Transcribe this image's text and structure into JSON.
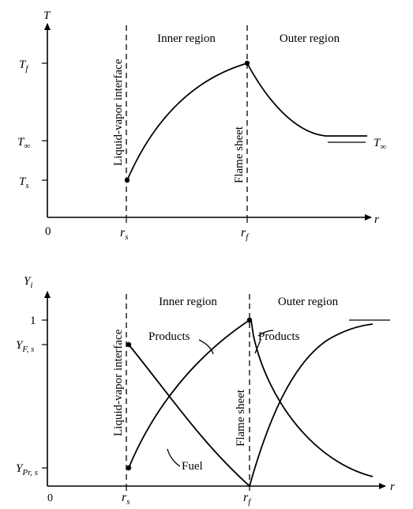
{
  "top": {
    "y_axis_label": "T",
    "x_axis_label": "r",
    "origin_label": "0",
    "y_ticks": {
      "t_f": "T",
      "t_f_sub": "f",
      "t_inf": "T",
      "t_inf_sub": "∞",
      "t_s": "T",
      "t_s_sub": "s"
    },
    "x_ticks": {
      "r_s": "r",
      "r_s_sub": "s",
      "r_f": "r",
      "r_f_sub": "f"
    },
    "right_label": "T",
    "right_label_sub": "∞",
    "region_inner": "Inner region",
    "region_outer": "Outer region",
    "interface_label": "Liquid-vapor interface",
    "flame_label": "Flame sheet"
  },
  "bottom": {
    "y_axis_label": "Y",
    "y_axis_label_sub": "i",
    "x_axis_label": "r",
    "origin_label": "0",
    "y_ticks": {
      "one": "1",
      "yfs": "Y",
      "yfs_sub": "F, s",
      "yprs": "Y",
      "yprs_sub": "Pr, s"
    },
    "x_ticks": {
      "r_s": "r",
      "r_s_sub": "s",
      "r_f": "r",
      "r_f_sub": "f"
    },
    "region_inner": "Inner region",
    "region_outer": "Outer region",
    "interface_label": "Liquid-vapor interface",
    "flame_label": "Flame sheet",
    "products_inner": "Products",
    "products_outer": "Products",
    "fuel_label": "Fuel"
  }
}
